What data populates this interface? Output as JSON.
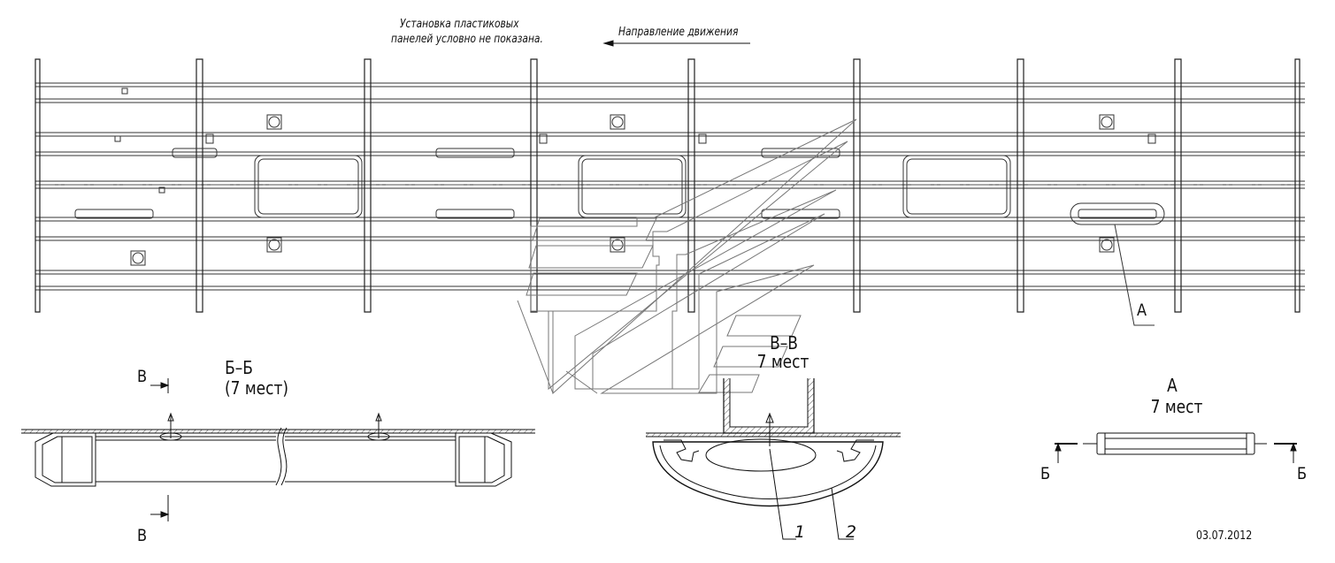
{
  "notes": {
    "install_line1": "Установка пластиковых",
    "install_line2": "панелей условно не показана.",
    "direction": "Направление движения"
  },
  "section_bb": {
    "title": "Б–Б",
    "subtitle": "(7 мест)",
    "cut_label_top": "В",
    "cut_label_bottom": "В"
  },
  "section_vv": {
    "title": "В–В",
    "subtitle": "7 мест"
  },
  "view_a": {
    "title": "А",
    "subtitle": "7 мест",
    "cut_left": "Б",
    "cut_right": "Б"
  },
  "plan": {
    "callout": "А"
  },
  "callouts": {
    "one": "1",
    "two": "2"
  },
  "date": "03.07.2012"
}
